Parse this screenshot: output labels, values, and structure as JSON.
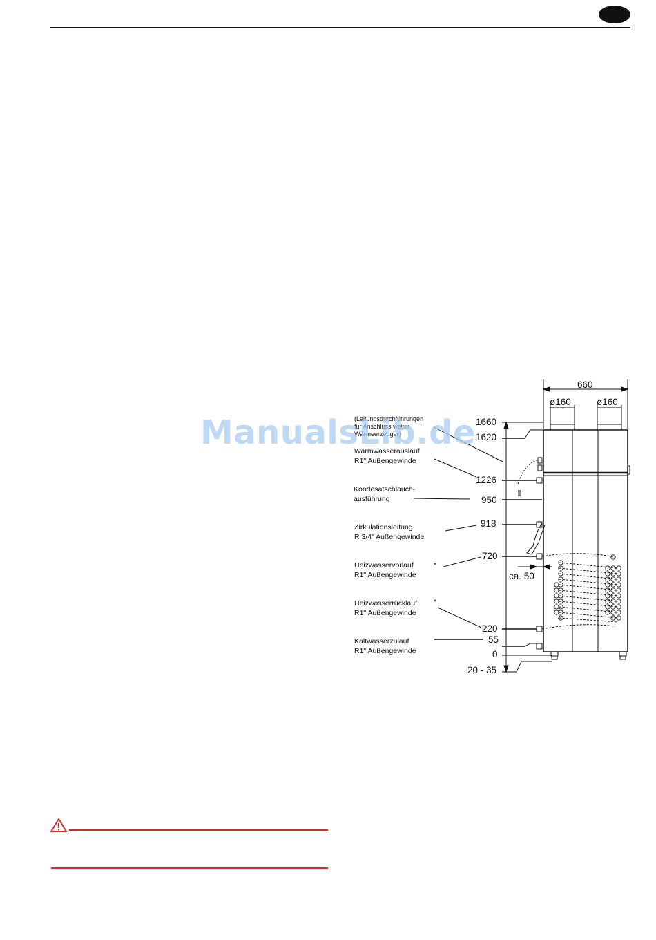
{
  "watermark": "ManualsLib.de",
  "drawing": {
    "labels": {
      "leitung_1": "(Leitungsdurchführungen",
      "leitung_2": "für Anschluss weiter",
      "leitung_3": "Wärmeerzeuger)",
      "warm_1": "Warmwasserauslauf",
      "warm_2": "R1\" Außengewinde",
      "konde_1": "Kondesatschlauch-",
      "konde_2": "ausführung",
      "zirk_1": "Zirkulationsleitung",
      "zirk_2": "R 3/4\" Außengewinde",
      "hvor_1": "Heizwasservorlauf",
      "hvor_2": "R1\" Außengewinde",
      "hruck_1": "Heizwasserrücklauf",
      "hruck_2": "R1\" Außengewinde",
      "kalt_1": "Kaltwasserzulauf",
      "kalt_2": "R1\" Außengewinde",
      "asterisk": "*"
    },
    "dimensions": {
      "width": "660",
      "dia_left": "ø160",
      "dia_right": "ø160",
      "h1660": "1660",
      "h1620": "1620",
      "h1226": "1226",
      "h950": "950",
      "h918": "918",
      "h720": "720",
      "h220": "220",
      "h55": "55",
      "h0": "0",
      "feet": "20 - 35",
      "ca50": "ca. 50"
    }
  },
  "colors": {
    "warning_red": "#d62a2a",
    "watermark": "#aacdf2"
  },
  "icons": {
    "warning": "warning-triangle-icon"
  }
}
